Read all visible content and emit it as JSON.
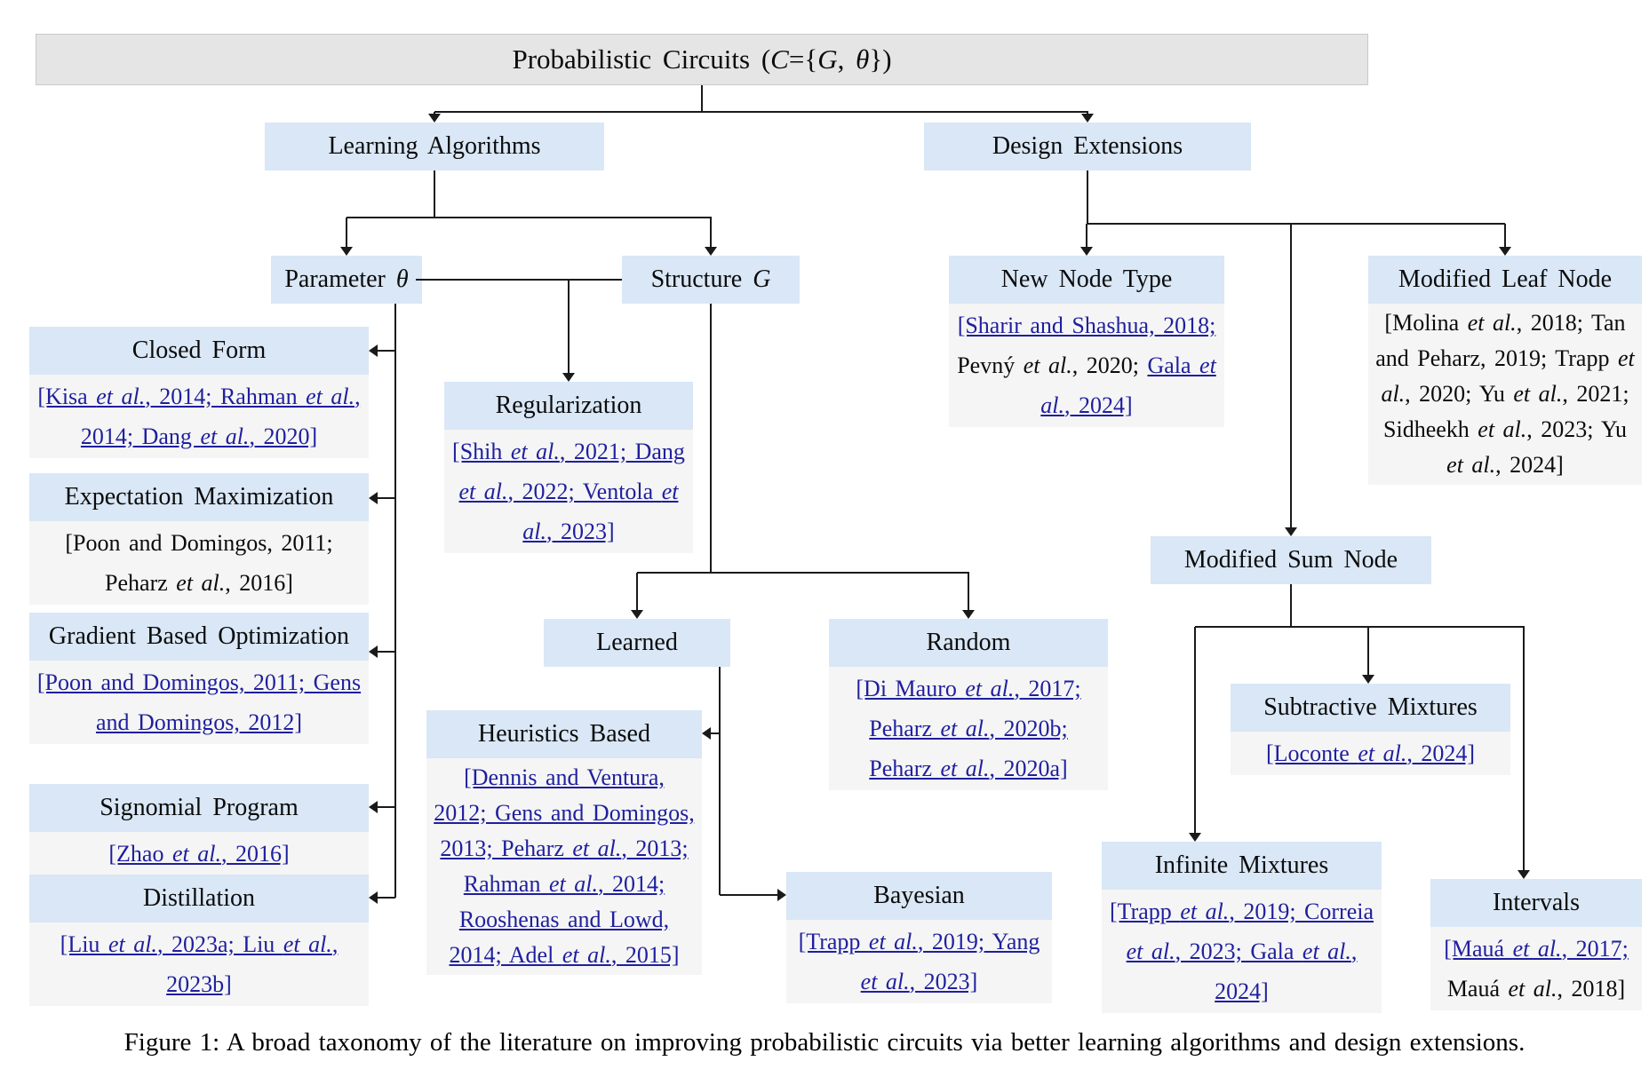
{
  "figure": {
    "caption": "Figure 1: A broad taxonomy of the literature on improving probabilistic circuits via better learning algorithms and design extensions."
  },
  "colors": {
    "node_header_bg": "#d9e7f6",
    "citation_bg": "#f5f5f5",
    "root_bg": "#e5e5e5",
    "link_blue": "#1f1f9e",
    "line": "#1a1a1a"
  },
  "nodes": {
    "root": {
      "label": "Probabilistic Circuits (*C*={*G*, *θ*})"
    },
    "learning_algorithms": {
      "label": "Learning Algorithms"
    },
    "design_extensions": {
      "label": "Design Extensions"
    },
    "parameter_theta": {
      "label": "Parameter *θ*"
    },
    "structure_g": {
      "label": "Structure *G*"
    },
    "closed_form": {
      "label": "Closed Form",
      "citations": [
        {
          "text": "[Kisa *et al.*, 2014; Rahman *et al.*, 2014; Dang *et al.*, 2020]",
          "link": true
        }
      ]
    },
    "expectation_maximization": {
      "label": "Expectation Maximization",
      "citations": [
        {
          "text": "[Poon and Domingos, 2011; Peharz *et al.*, 2016]",
          "link": false
        }
      ]
    },
    "gradient_based_optimization": {
      "label": "Gradient Based Optimization",
      "citations": [
        {
          "text": "[Poon and Domingos, 2011; Gens and Domingos, 2012]",
          "link": true
        }
      ]
    },
    "signomial_program": {
      "label": "Signomial Program",
      "citations": [
        {
          "text": "[Zhao *et al.*, 2016]",
          "link": true
        }
      ]
    },
    "distillation": {
      "label": "Distillation",
      "citations": [
        {
          "text": "[Liu *et al.*, 2023a; Liu *et al.*, 2023b]",
          "link": true
        }
      ]
    },
    "regularization": {
      "label": "Regularization",
      "citations": [
        {
          "text": "[Shih *et al.*, 2021; Dang *et al.*, 2022; Ventola *et al.*, 2023]",
          "link": true
        }
      ]
    },
    "learned": {
      "label": "Learned"
    },
    "random": {
      "label": "Random",
      "citations": [
        {
          "text": "[Di Mauro *et al.*, 2017; Peharz *et al.*, 2020b; Peharz *et al.*, 2020a]",
          "link": true
        }
      ]
    },
    "heuristics_based": {
      "label": "Heuristics Based",
      "citations": [
        {
          "text": "[Dennis and Ventura, 2012; Gens and Domingos, 2013; Peharz *et al.*, 2013; Rahman *et al.*, 2014; Rooshenas and Lowd, 2014; Adel *et al.*, 2015]",
          "link": true
        }
      ]
    },
    "bayesian": {
      "label": "Bayesian",
      "citations": [
        {
          "text": "[Trapp *et al.*, 2019; Yang *et al.*, 2023]",
          "link": true
        }
      ]
    },
    "new_node_type": {
      "label": "New Node Type",
      "citations": [
        {
          "text": "[Sharir and Shashua, 2018;",
          "link": true
        },
        {
          "text": " Pevný *et al.*, 2020; ",
          "link": false
        },
        {
          "text": "Gala *et al.*, 2024]",
          "link": true
        }
      ]
    },
    "modified_leaf_node": {
      "label": "Modified Leaf Node",
      "citations": [
        {
          "text": "[Molina *et al.*, 2018; Tan and Peharz, 2019; Trapp *et al.*, 2020; Yu *et al.*, 2021; Sidheekh *et al.*, 2023; Yu *et al.*, 2024]",
          "link": false
        }
      ]
    },
    "modified_sum_node": {
      "label": "Modified Sum Node"
    },
    "subtractive_mixtures": {
      "label": "Subtractive Mixtures",
      "citations": [
        {
          "text": "[Loconte *et al.*, 2024]",
          "link": true
        }
      ]
    },
    "infinite_mixtures": {
      "label": "Infinite Mixtures",
      "citations": [
        {
          "text": "[Trapp *et al.*, 2019; Correia *et al.*, 2023; Gala *et al.*, 2024]",
          "link": true
        }
      ]
    },
    "intervals": {
      "label": "Intervals",
      "citations": [
        {
          "text": "[Mauá *et al.*, 2017;",
          "link": true
        },
        {
          "text": " Mauá *et al.*, 2018]",
          "link": false
        }
      ]
    }
  }
}
